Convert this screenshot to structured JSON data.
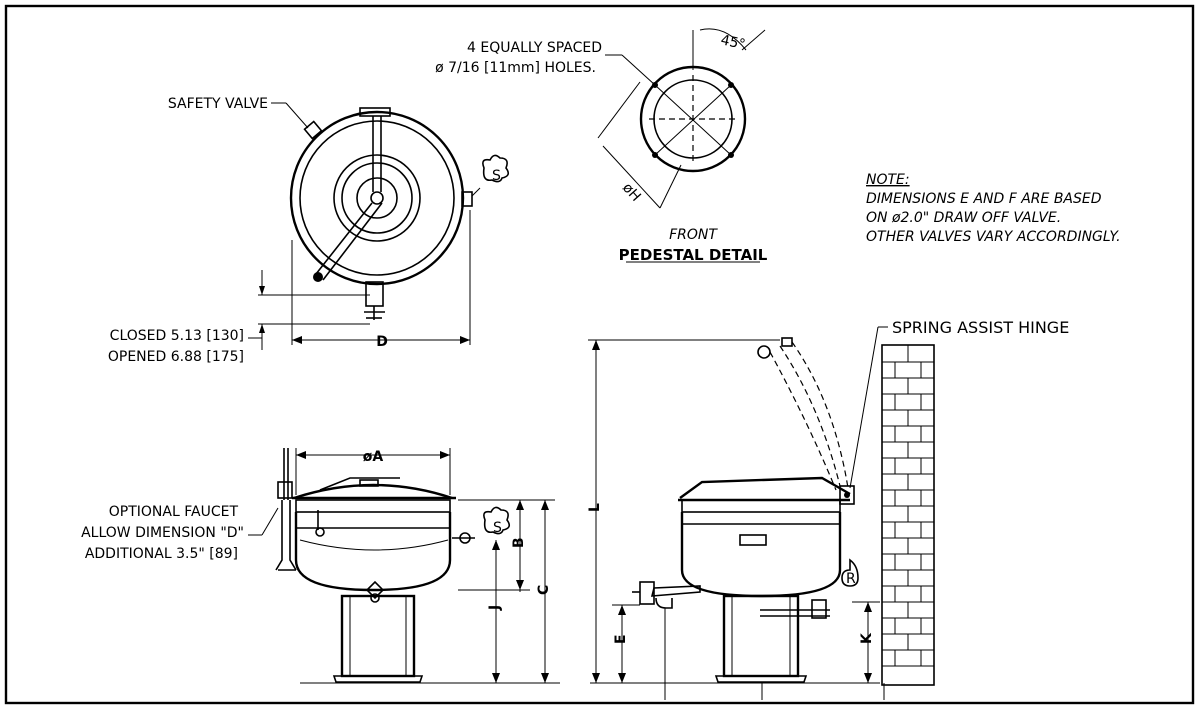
{
  "labels": {
    "holes_line1": "4 EQUALLY SPACED",
    "holes_line2": "ø 7/16 [11mm] HOLES.",
    "angle": "45°",
    "diameter_h": "øH",
    "front": "FRONT",
    "pedestal_detail": "PEDESTAL DETAIL",
    "safety_valve": "SAFETY VALVE",
    "closed": "CLOSED 5.13 [130]",
    "opened": "OPENED 6.88 [175]",
    "dim_d": "D",
    "note_title": "NOTE:",
    "note_line1": "DIMENSIONS E AND F ARE BASED",
    "note_line2": "ON ø2.0\" DRAW OFF VALVE.",
    "note_line3": "OTHER VALVES VARY ACCORDINGLY.",
    "spring_hinge": "SPRING ASSIST HINGE",
    "dim_a": "øA",
    "faucet_line1": "OPTIONAL FAUCET",
    "faucet_line2": "ALLOW DIMENSION \"D\"",
    "faucet_line3": "ADDITIONAL 3.5\" [89]",
    "dim_b": "B",
    "dim_c": "C",
    "dim_j": "J",
    "dim_l": "L",
    "dim_e": "E",
    "dim_k": "K",
    "steam_symbol": "S",
    "drain_symbol": "R"
  }
}
